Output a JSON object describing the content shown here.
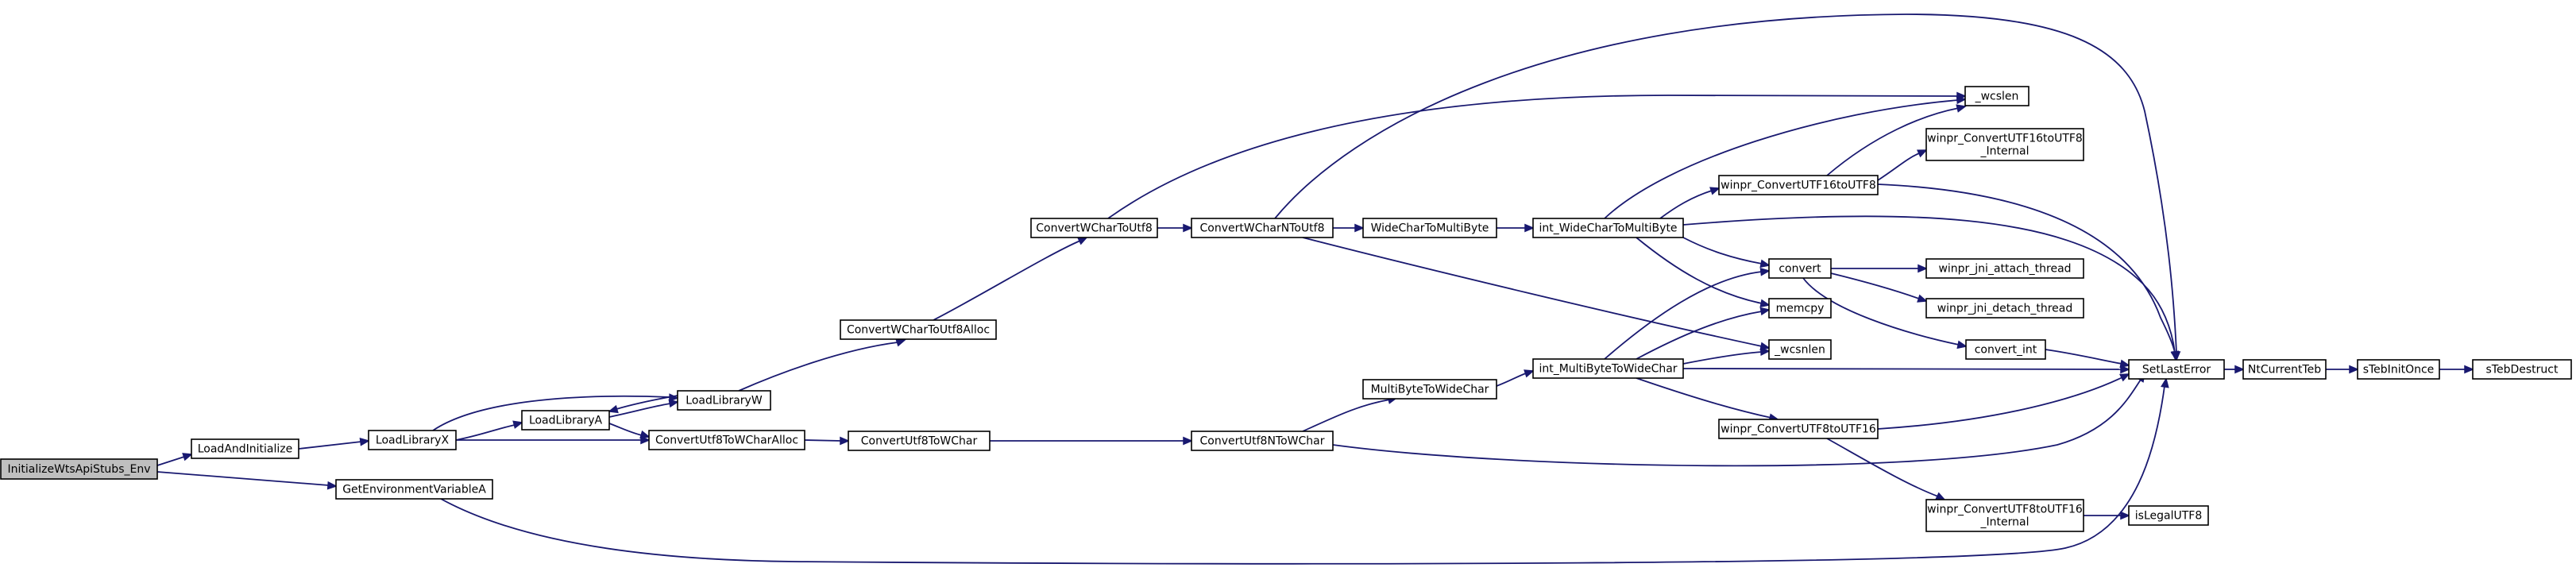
{
  "graph": {
    "colors": {
      "edge": "#191970",
      "root_fill": "#bfbfbf",
      "node_fill": "#ffffff",
      "border": "#000000",
      "text": "#000000"
    },
    "nodes": [
      {
        "id": "n0",
        "lines": [
          "InitializeWtsApiStubs_Env"
        ],
        "root": true
      },
      {
        "id": "n1",
        "lines": [
          "LoadAndInitialize"
        ]
      },
      {
        "id": "n2",
        "lines": [
          "GetEnvironmentVariableA"
        ]
      },
      {
        "id": "n3",
        "lines": [
          "LoadLibraryX"
        ]
      },
      {
        "id": "n4",
        "lines": [
          "LoadLibraryA"
        ]
      },
      {
        "id": "n5",
        "lines": [
          "LoadLibraryW"
        ]
      },
      {
        "id": "n6",
        "lines": [
          "ConvertUtf8ToWCharAlloc"
        ]
      },
      {
        "id": "n7",
        "lines": [
          "ConvertWCharToUtf8Alloc"
        ]
      },
      {
        "id": "n8",
        "lines": [
          "ConvertUtf8ToWChar"
        ]
      },
      {
        "id": "n9",
        "lines": [
          "ConvertWCharToUtf8"
        ]
      },
      {
        "id": "n10",
        "lines": [
          "ConvertWCharNToUtf8"
        ]
      },
      {
        "id": "n11",
        "lines": [
          "ConvertUtf8NToWChar"
        ]
      },
      {
        "id": "n12",
        "lines": [
          "MultiByteToWideChar"
        ]
      },
      {
        "id": "n13",
        "lines": [
          "WideCharToMultiByte"
        ]
      },
      {
        "id": "n14",
        "lines": [
          "int_WideCharToMultiByte"
        ]
      },
      {
        "id": "n15",
        "lines": [
          "int_MultiByteToWideChar"
        ]
      },
      {
        "id": "n16",
        "lines": [
          "winpr_ConvertUTF16toUTF8"
        ]
      },
      {
        "id": "n17",
        "lines": [
          "convert"
        ]
      },
      {
        "id": "n18",
        "lines": [
          "memcpy"
        ]
      },
      {
        "id": "n19",
        "lines": [
          "_wcsnlen"
        ]
      },
      {
        "id": "n20",
        "lines": [
          "winpr_ConvertUTF8toUTF16"
        ]
      },
      {
        "id": "n21",
        "lines": [
          "_wcslen"
        ]
      },
      {
        "id": "n22",
        "lines": [
          "winpr_ConvertUTF16toUTF8",
          "_Internal"
        ]
      },
      {
        "id": "n23",
        "lines": [
          "winpr_jni_attach_thread"
        ]
      },
      {
        "id": "n24",
        "lines": [
          "winpr_jni_detach_thread"
        ]
      },
      {
        "id": "n25",
        "lines": [
          "convert_int"
        ]
      },
      {
        "id": "n26",
        "lines": [
          "winpr_ConvertUTF8toUTF16",
          "_Internal"
        ]
      },
      {
        "id": "n27",
        "lines": [
          "SetLastError"
        ]
      },
      {
        "id": "n28",
        "lines": [
          "isLegalUTF8"
        ]
      },
      {
        "id": "n29",
        "lines": [
          "NtCurrentTeb"
        ]
      },
      {
        "id": "n30",
        "lines": [
          "sTebInitOnce"
        ]
      },
      {
        "id": "n31",
        "lines": [
          "sTebDestruct"
        ]
      }
    ],
    "edges": [
      [
        "n0",
        "n1"
      ],
      [
        "n0",
        "n2"
      ],
      [
        "n1",
        "n3"
      ],
      [
        "n2",
        "n27"
      ],
      [
        "n3",
        "n4"
      ],
      [
        "n3",
        "n5"
      ],
      [
        "n3",
        "n6"
      ],
      [
        "n4",
        "n5"
      ],
      [
        "n4",
        "n6"
      ],
      [
        "n5",
        "n4"
      ],
      [
        "n5",
        "n7"
      ],
      [
        "n6",
        "n8"
      ],
      [
        "n7",
        "n9"
      ],
      [
        "n8",
        "n11"
      ],
      [
        "n9",
        "n10"
      ],
      [
        "n9",
        "n21"
      ],
      [
        "n10",
        "n13"
      ],
      [
        "n10",
        "n19"
      ],
      [
        "n10",
        "n27"
      ],
      [
        "n11",
        "n12"
      ],
      [
        "n11",
        "n27"
      ],
      [
        "n12",
        "n15"
      ],
      [
        "n13",
        "n14"
      ],
      [
        "n14",
        "n16"
      ],
      [
        "n14",
        "n17"
      ],
      [
        "n14",
        "n18"
      ],
      [
        "n14",
        "n21"
      ],
      [
        "n14",
        "n27"
      ],
      [
        "n15",
        "n17"
      ],
      [
        "n15",
        "n18"
      ],
      [
        "n15",
        "n19"
      ],
      [
        "n15",
        "n20"
      ],
      [
        "n15",
        "n27"
      ],
      [
        "n16",
        "n21"
      ],
      [
        "n16",
        "n22"
      ],
      [
        "n16",
        "n27"
      ],
      [
        "n17",
        "n23"
      ],
      [
        "n17",
        "n24"
      ],
      [
        "n17",
        "n25"
      ],
      [
        "n20",
        "n26"
      ],
      [
        "n20",
        "n27"
      ],
      [
        "n25",
        "n27"
      ],
      [
        "n26",
        "n28"
      ],
      [
        "n27",
        "n29"
      ],
      [
        "n29",
        "n30"
      ],
      [
        "n30",
        "n31"
      ]
    ]
  }
}
